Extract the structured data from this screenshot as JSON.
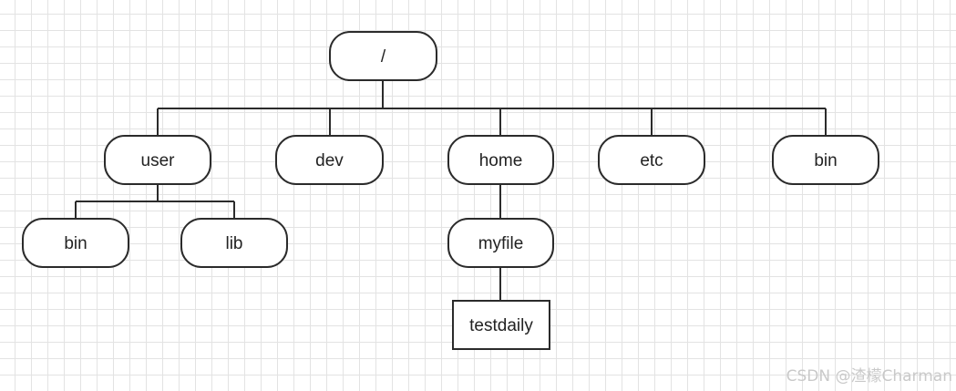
{
  "diagram": {
    "root": {
      "label": "/"
    },
    "level1": {
      "user": {
        "label": "user"
      },
      "dev": {
        "label": "dev"
      },
      "home": {
        "label": "home"
      },
      "etc": {
        "label": "etc"
      },
      "bin": {
        "label": "bin"
      }
    },
    "user_children": {
      "bin": {
        "label": "bin"
      },
      "lib": {
        "label": "lib"
      }
    },
    "home_children": {
      "myfile": {
        "label": "myfile"
      }
    },
    "myfile_children": {
      "testdaily": {
        "label": "testdaily"
      }
    }
  },
  "watermark": "CSDN @渣檬Charman",
  "colors": {
    "stroke": "#2b2b2b",
    "text": "#222222",
    "grid": "#e3e3e3",
    "watermark": "#c9c9c9"
  }
}
